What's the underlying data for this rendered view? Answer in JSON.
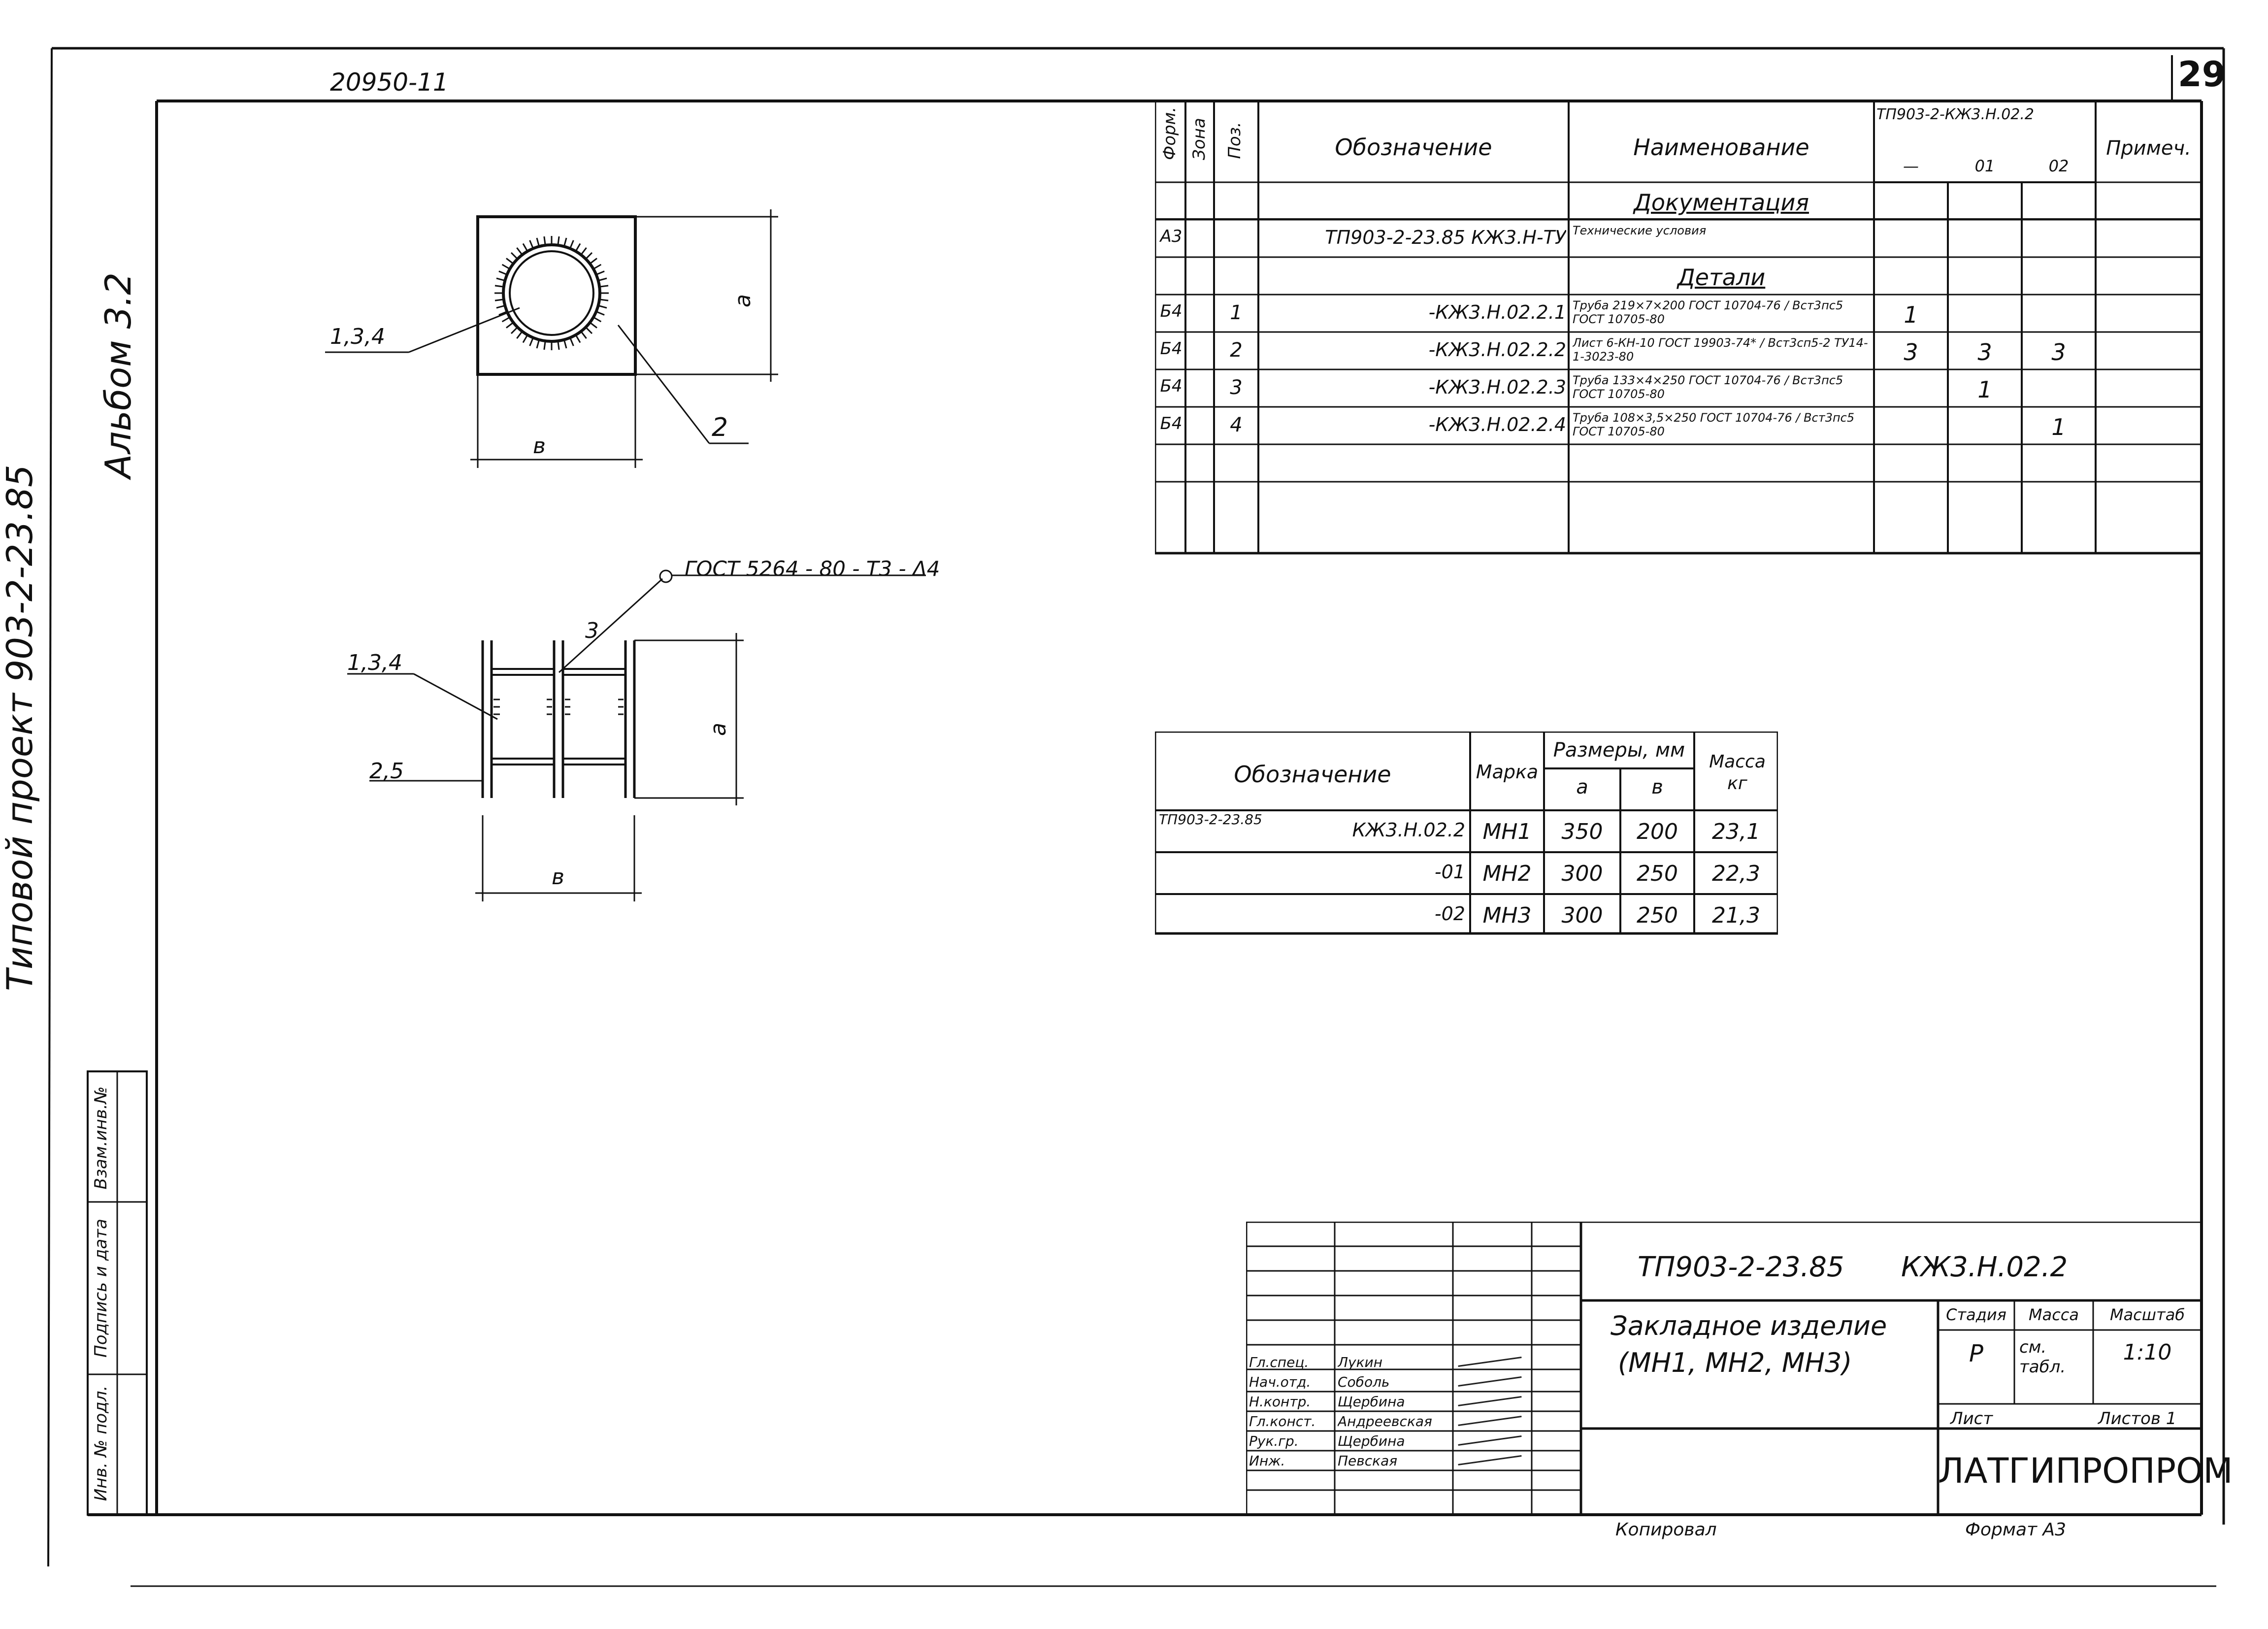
{
  "sheet": {
    "archive_number": "20950-11",
    "page_number": "29",
    "side_labels": [
      "Альбом 3.2",
      "Типовой проект 903-2-23.85"
    ],
    "left_stamp": [
      "Инв. № подл.",
      "Подпись и дата",
      "Взам.инв.№"
    ]
  },
  "drawing": {
    "top_view_labels": [
      "1,3,4",
      "2",
      "а",
      "в"
    ],
    "side_view_labels": [
      "1,3,4",
      "2,5",
      "3",
      "а",
      "в"
    ],
    "weld_note": "ГОСТ 5264 - 80 - Т3 - Δ4"
  },
  "spec_table": {
    "headers": {
      "format": "Форм.",
      "zone": "Зона",
      "pos": "Поз.",
      "designation": "Обозначение",
      "name": "Наименование",
      "project": "ТП903-2-КЖ3.Н.02.2",
      "variants": [
        "—",
        "01",
        "02"
      ],
      "note": "Примеч."
    },
    "rows": [
      {
        "format": "",
        "pos": "",
        "designation": "",
        "name": "Документация",
        "heading": true,
        "q": [
          "",
          "",
          ""
        ]
      },
      {
        "format": "А3",
        "pos": "",
        "designation": "ТП903-2-23.85 КЖ3.Н-ТУ",
        "name": "Технические условия",
        "q": [
          "",
          "",
          ""
        ]
      },
      {
        "format": "",
        "pos": "",
        "designation": "",
        "name": "Детали",
        "heading": true,
        "q": [
          "",
          "",
          ""
        ]
      },
      {
        "format": "Б4",
        "pos": "1",
        "designation": "-КЖ3.Н.02.2.1",
        "name": "Труба 219×7×200 ГОСТ 10704-76 / Вст3пс5 ГОСТ 10705-80",
        "q": [
          "1",
          "",
          ""
        ]
      },
      {
        "format": "Б4",
        "pos": "2",
        "designation": "-КЖ3.Н.02.2.2",
        "name": "Лист 6-КН-10 ГОСТ 19903-74* / Вст3сп5-2 ТУ14-1-3023-80",
        "q": [
          "3",
          "3",
          "3"
        ]
      },
      {
        "format": "Б4",
        "pos": "3",
        "designation": "-КЖ3.Н.02.2.3",
        "name": "Труба 133×4×250 ГОСТ 10704-76 / Вст3пс5 ГОСТ 10705-80",
        "q": [
          "",
          "1",
          ""
        ]
      },
      {
        "format": "Б4",
        "pos": "4",
        "designation": "-КЖ3.Н.02.2.4",
        "name": "Труба 108×3,5×250 ГОСТ 10704-76 / Вст3пс5 ГОСТ 10705-80",
        "q": [
          "",
          "",
          "1"
        ]
      },
      {
        "format": "",
        "pos": "",
        "designation": "",
        "name": "",
        "q": [
          "",
          "",
          ""
        ]
      },
      {
        "format": "",
        "pos": "",
        "designation": "",
        "name": "",
        "q": [
          "",
          "",
          ""
        ]
      }
    ]
  },
  "size_table": {
    "headers": {
      "designation": "Обозначение",
      "mark": "Марка",
      "sizes": "Размеры, мм",
      "a": "а",
      "b": "в",
      "mass": "Масса кг"
    },
    "rows": [
      {
        "designation_prefix": "ТП903-2-23.85",
        "designation": "КЖ3.Н.02.2",
        "mark": "МН1",
        "a": "350",
        "b": "200",
        "mass": "23,1"
      },
      {
        "designation_prefix": "",
        "designation": "-01",
        "mark": "МН2",
        "a": "300",
        "b": "250",
        "mass": "22,3"
      },
      {
        "designation_prefix": "",
        "designation": "-02",
        "mark": "МН3",
        "a": "300",
        "b": "250",
        "mass": "21,3"
      }
    ]
  },
  "title_block": {
    "code": "ТП903-2-23.85",
    "doc": "КЖ3.Н.02.2",
    "title_line1": "Закладное изделие",
    "title_line2": "(МН1, МН2, МН3)",
    "stage_header": "Стадия",
    "mass_header": "Масса",
    "scale_header": "Масштаб",
    "stage": "Р",
    "mass": "см. табл.",
    "scale": "1:10",
    "sheet_label": "Лист",
    "sheets_label": "Листов 1",
    "org": "ЛАТГИПРОПРОМ",
    "staff": [
      {
        "role": "Гл.спец.",
        "name": "Лукин"
      },
      {
        "role": "Нач.отд.",
        "name": "Соболь"
      },
      {
        "role": "Н.контр.",
        "name": "Щербина"
      },
      {
        "role": "Гл.конст.",
        "name": "Андреевская"
      },
      {
        "role": "Рук.гр.",
        "name": "Щербина"
      },
      {
        "role": "Инж.",
        "name": "Певская"
      }
    ],
    "copied": "Копировал",
    "format_label": "Формат А3"
  }
}
